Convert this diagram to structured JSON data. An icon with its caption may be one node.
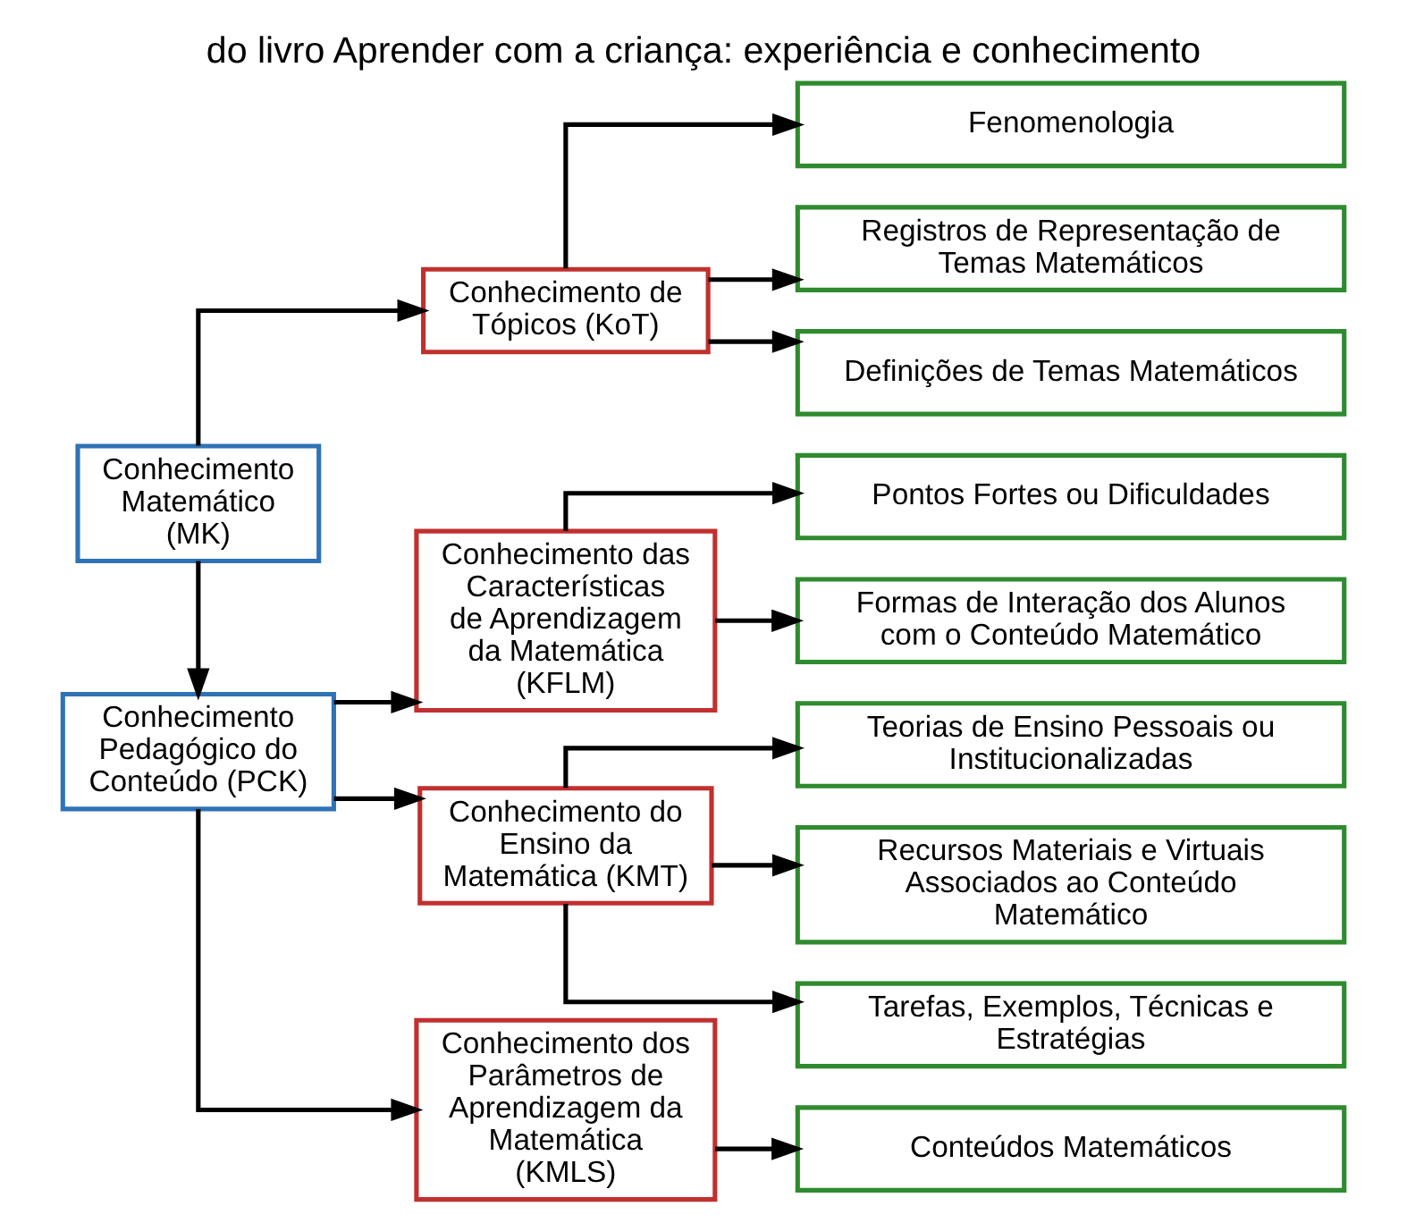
{
  "diagram": {
    "title": "do livro Aprender com a criança: experiência e conhecimento",
    "nodes": [
      {
        "text": [
          "Conhecimento Matemático (MK)"
        ]
      },
      {
        "text": [
          "Conhecimento de Tópicos (KoT)"
        ]
      },
      {
        "text": [
          "Fenomenologia"
        ]
      },
      {
        "text": [
          "Registros de Representação de Temas Matemáticos"
        ]
      },
      {
        "text": [
          "Definições de Temas Matemáticos"
        ]
      },
      {
        "text": [
          "Conhecimento Pedagógico do Conteúdo (PCK)"
        ]
      },
      {
        "text": [
          "Conhecimento das Características de Aprendizagem da Matemática (KFLM)"
        ]
      },
      {
        "text": [
          "Pontos Fortes ou Dificuldades"
        ]
      },
      {
        "text": [
          "Formas de Interação dos Alunos com o Conteúdo Matemático"
        ]
      },
      {
        "text": [
          "Conhecimento do Ensino da Matemática (KMT)"
        ]
      },
      {
        "text": [
          "Teorias de Ensino Pessoais ou Institucionalizadas"
        ]
      },
      {
        "text": [
          "Recursos Materiais e Virtuais Associados ao Conteúdo Matemático"
        ]
      },
      {
        "text": [
          "Tarefas, Exemplos, Técnicas e Estratégias"
        ]
      },
      {
        "text": [
          "Conhecimento dos Parâmetros de Aprendizagem da Matemática (KMLS)"
        ]
      },
      {
        "text": [
          "Conteúdos Matemáticos"
        ]
      }
    ],
    "edges": [
      {
        "from": 0,
        "to": 1,
        "arrow": "to"
      },
      {
        "from": 1,
        "to": 2,
        "arrow": "to"
      },
      {
        "from": 1,
        "to": 3,
        "arrow": "to"
      },
      {
        "from": 1,
        "to": 4,
        "arrow": "to"
      },
      {
        "from": 0,
        "to": 5,
        "arrow": "to"
      },
      {
        "from": 5,
        "to": 6,
        "arrow": "to"
      },
      {
        "from": 5,
        "to": 9,
        "arrow": "to"
      },
      {
        "from": 5,
        "to": 13,
        "arrow": "to"
      },
      {
        "from": 6,
        "to": 7,
        "arrow": "to"
      },
      {
        "from": 6,
        "to": 8,
        "arrow": "to"
      },
      {
        "from": 9,
        "to": 10,
        "arrow": "to"
      },
      {
        "from": 9,
        "to": 11,
        "arrow": "to"
      },
      {
        "from": 9,
        "to": 12,
        "arrow": "to"
      },
      {
        "from": 13,
        "to": 14,
        "arrow": "to"
      }
    ]
  }
}
